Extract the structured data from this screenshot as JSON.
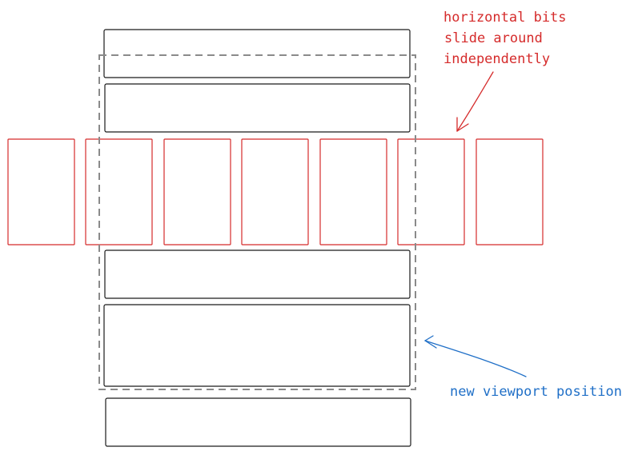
{
  "annotations": {
    "horizontal": {
      "lines": [
        "horizontal bits",
        "slide around",
        "independently"
      ],
      "color": "#d52b2b"
    },
    "viewport": {
      "text": "new viewport position",
      "color": "#1f6fc7"
    }
  },
  "colors": {
    "vertical_box_stroke": "#1a1a1a",
    "horizontal_box_stroke": "#d52b2b",
    "viewport_stroke": "#8a8a8a"
  },
  "structure": {
    "vertical_rows": 5,
    "horizontal_cards": 7
  }
}
